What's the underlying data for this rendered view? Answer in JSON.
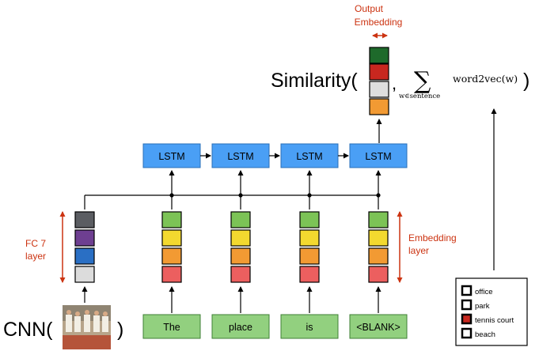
{
  "colors": {
    "lstm_fill": "#4a9ff5",
    "lstm_border": "#2a6fb8",
    "word_fill": "#92d07f",
    "word_border": "#3f7f35",
    "annotation": "#cc3311",
    "cell_green": "#7cc356",
    "cell_yellow": "#f3d92f",
    "cell_orange": "#f29a33",
    "cell_red": "#ec5f5f",
    "fc_dark_gray": "#5b5d62",
    "fc_purple": "#6e3f91",
    "fc_blue": "#2a6fc4",
    "fc_light_gray": "#dcdcdc",
    "out_dark_green": "#1e6a2b",
    "out_red": "#c8271f",
    "out_light_gray": "#dedede",
    "out_orange": "#f29a33",
    "legend_tennis_court": "#c8271f"
  },
  "lstm": {
    "label": "LSTM",
    "count": 4
  },
  "words": [
    "The",
    "place",
    "is",
    "<BLANK>"
  ],
  "labels": {
    "output_embedding_line1": "Output",
    "output_embedding_line2": "Embedding",
    "similarity": "Similarity(",
    "sim_comma": ",",
    "sum_symbol": "∑",
    "sum_subscript": "w∈sentence",
    "word2vec": "word2vec(w)",
    "close_paren": ")",
    "fc7_line1": "FC 7",
    "fc7_line2": "layer",
    "embedding_line1": "Embedding",
    "embedding_line2": "layer",
    "cnn": "CNN(",
    "cnn_close": ")"
  },
  "legend": {
    "items": [
      {
        "label": "office",
        "filled": false
      },
      {
        "label": "park",
        "filled": false
      },
      {
        "label": "tennis court",
        "filled": true
      },
      {
        "label": "beach",
        "filled": false
      }
    ]
  }
}
